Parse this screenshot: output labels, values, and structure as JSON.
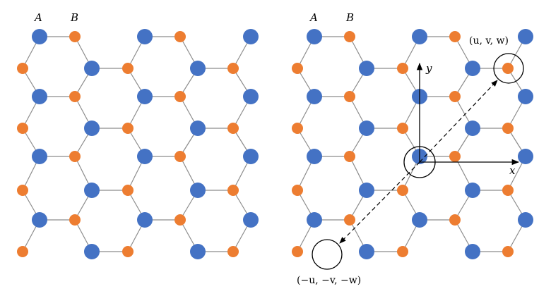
{
  "colors": {
    "sublattice_a": "#4472C4",
    "sublattice_b": "#ED7D31",
    "bond": "#8c8c8c",
    "line": "#000000"
  },
  "left_panel": {
    "label_a": "A",
    "label_b": "B"
  },
  "right_panel": {
    "label_a": "A",
    "label_b": "B",
    "axis_x_label": "x",
    "axis_y_label": "y",
    "point_label": "(u, v, w)",
    "inverse_point_label": "(−u, −v, −w)"
  }
}
